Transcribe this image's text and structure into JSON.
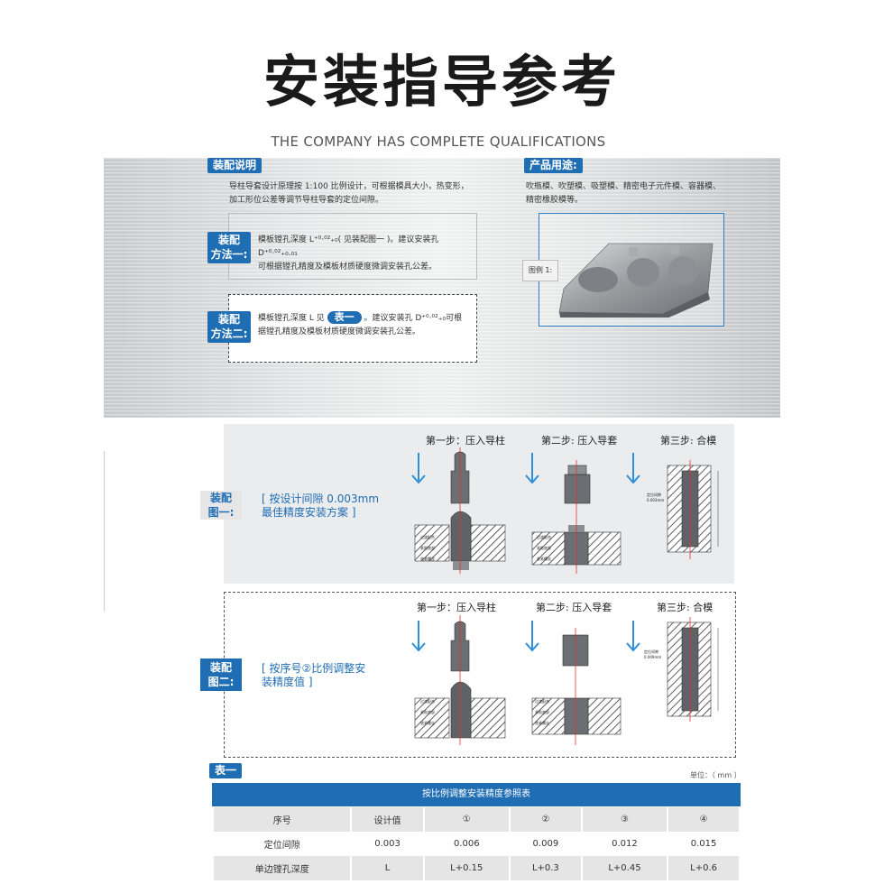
{
  "header": {
    "title": "安装指导参考",
    "subtitle": "THE COMPANY HAS COMPLETE QUALIFICATIONS"
  },
  "assembly_notes": {
    "tag": "装配说明",
    "text_line1": "导柱导套设计原理按 1:100 比例设计，可根据模具大小，热变形，",
    "text_line2": "加工形位公差等调节导柱导套的定位间隙。"
  },
  "method_one": {
    "label_line1": "装配",
    "label_line2": "方法一:",
    "text_line1": "模板镗孔深度 L⁺⁰·⁰²₊₀( 见装配图一 )。建议安装孔 D⁺⁰·⁰²₊₀.₀₁",
    "text_line2": "可根据镗孔精度及模板材质硬度微调安装孔公差。"
  },
  "method_two": {
    "label_line1": "装配",
    "label_line2": "方法二:",
    "text_before": "模板镗孔深度 L 见",
    "table_tag": "表一",
    "text_after": "。建议安装孔 D⁺⁰·⁰²₊₀可根",
    "text_line2": "据镗孔精度及模板材质硬度微调安装孔公差。"
  },
  "product_use": {
    "tag": "产品用途:",
    "text_line1": "吹瓶模、吹塑模、吸塑模、精密电子元件模、容器模、",
    "text_line2": "精密橡胶模等。",
    "figure_label": "图例 1:"
  },
  "diagram_one": {
    "label_line1": "装配",
    "label_line2": "图一:",
    "desc_line1": "[ 按设计间隙 0.003mm",
    "desc_line2": "最佳精度安装方案 ]",
    "step1": "第一步：压入导柱",
    "step2": "第二步: 压入导套",
    "step3": "第三步: 合模",
    "callout1": "过渡配合",
    "callout2": "紧贴底部",
    "callout3": "收紧螺丝",
    "gap_label_line1": "定位间隙",
    "gap_label_line2": "0.003mm"
  },
  "diagram_two": {
    "label_line1": "装配",
    "label_line2": "图二:",
    "desc_line1": "[ 按序号②比例调整安",
    "desc_line2": "装精度值 ]",
    "step1": "第一步：压入导柱",
    "step2": "第二步: 压入导套",
    "step3": "第三步: 合模",
    "callout1": "过渡配合",
    "callout2": "紧贴底部",
    "callout3": "锁紧螺丝",
    "gap_label_line1": "定位间隙",
    "gap_label_line2": "0.009mm"
  },
  "table": {
    "tag": "表一",
    "unit": "单位：（ mm ）",
    "title": "按比例调整安装精度参照表",
    "headers": [
      "序号",
      "设计值",
      "①",
      "②",
      "③",
      "④"
    ],
    "row1": [
      "定位间隙",
      "0.003",
      "0.006",
      "0.009",
      "0.012",
      "0.015"
    ],
    "row2": [
      "单边镗孔深度",
      "L",
      "L+0.15",
      "L+0.3",
      "L+0.45",
      "L+0.6"
    ]
  },
  "colors": {
    "accent_blue": "#1f6db3",
    "guide_red": "#e03030",
    "arrow_blue": "#2f8fd8"
  }
}
